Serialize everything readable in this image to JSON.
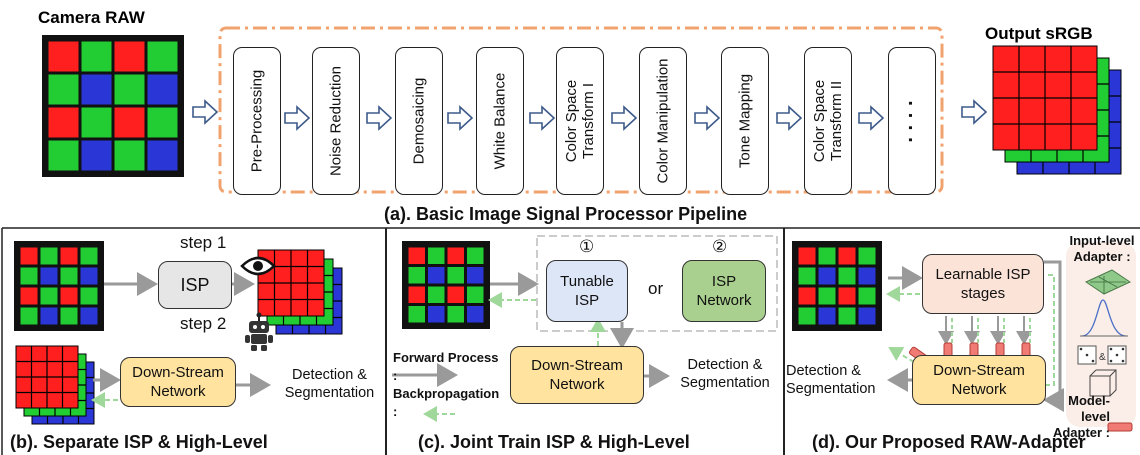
{
  "colors": {
    "red": "#ff1f1f",
    "green": "#22cc33",
    "blue": "#2a36d6",
    "orange_dash": "#f0a36e",
    "tunable": "#dde6f7",
    "isp_network": "#a9d08e",
    "downstream": "#ffe39e",
    "learnable": "#fbe3d8",
    "grey": "#9a9a9a",
    "green_dash": "#9fd89a"
  },
  "top": {
    "camera_raw_label": "Camera RAW",
    "output_label": "Output sRGB",
    "stages": [
      "Pre-Processing",
      "Noise Reduction",
      "Demosaicing",
      "White Balance",
      "Color Space Transform I",
      "Color Manipulation",
      "Tone Mapping",
      "Color Space Transform II",
      "· · · ·"
    ],
    "caption": "(a). Basic Image Signal Processor Pipeline"
  },
  "panel_b": {
    "step1": "step 1",
    "isp": "ISP",
    "step2": "step 2",
    "downstream": "Down-Stream Network",
    "detection": "Detection & Segmentation",
    "caption": "(b). Separate ISP & High-Level"
  },
  "panel_c": {
    "circle1": "①",
    "circle2": "②",
    "tunable": "Tunable ISP",
    "or": "or",
    "isp_network": "ISP Network",
    "downstream": "Down-Stream Network",
    "detection": "Detection & Segmentation",
    "forward": "Forward Process",
    "forward_colon": ":",
    "backprop": "Backpropagation",
    "backprop_colon": ":",
    "caption": "(c). Joint Train ISP & High-Level"
  },
  "panel_d": {
    "learnable": "Learnable ISP stages",
    "downstream": "Down-Stream Network",
    "detection": "Detection & Segmentation",
    "input_adapter": "Input-level Adapter :",
    "model_adapter": "Model-level Adapter :",
    "caption": "(d). Our Proposed RAW-Adapter"
  }
}
